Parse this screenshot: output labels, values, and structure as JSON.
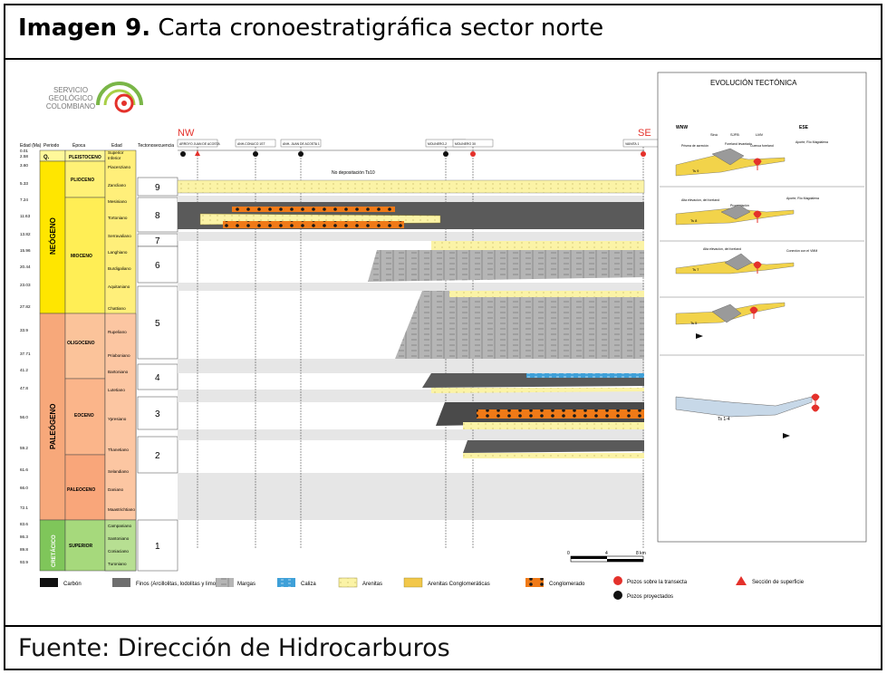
{
  "header": {
    "title_bold": "Imagen 9.",
    "title_rest": "Carta cronoestratigráfica sector norte"
  },
  "footer": {
    "source": "Fuente: Dirección de Hidrocarburos"
  },
  "logo": {
    "line1": "SERVICIO",
    "line2": "GEOLÓGICO",
    "line3": "COLOMBIANO",
    "icon": "spiral-logo-icon",
    "colors": [
      "#7ab648",
      "#f5a623",
      "#e4312b"
    ]
  },
  "columns": {
    "age": "Edad (Ma)",
    "period": "Periodo",
    "epoch": "Época",
    "stage": "Edad",
    "tectono": "Tectonosecuencia"
  },
  "direction": {
    "nw": "NW",
    "se": "SE"
  },
  "periods": [
    {
      "label": "Q.",
      "color": "#fff89a"
    },
    {
      "label": "NEÓGENO",
      "color": "#ffe600"
    },
    {
      "label": "PALEÓGENO",
      "color": "#f7a87a"
    },
    {
      "label": "CRETÁCICO",
      "color": "#7fc65a"
    }
  ],
  "epochs": [
    "PLEISTOCENO",
    "PLIOCENO",
    "MIOCENO",
    "OLIGOCENO",
    "EOCENO",
    "PALEOCENO",
    "SUPERIOR"
  ],
  "ages": [
    "0.01",
    "2.58",
    "3.60",
    "5.33",
    "7.24",
    "11.63",
    "13.82",
    "15.96",
    "20.44",
    "23.03",
    "27.82",
    "33.9",
    "37.71",
    "41.2",
    "47.8",
    "56.0",
    "59.2",
    "61.6",
    "66.0",
    "72.1",
    "83.6",
    "86.3",
    "89.8",
    "93.9"
  ],
  "stages": [
    "Superior",
    "Inferior",
    "Piacenziano",
    "Zancliano",
    "Mesiniano",
    "Tortoniano",
    "Serravaliano",
    "Langhiano",
    "Burdigaliano",
    "Aquitaniano",
    "Chattiano",
    "Rupeliano",
    "Priaboniano",
    "Bartoniano",
    "Lutetiano",
    "Ypresiano",
    "Thanetiano",
    "Selandiano",
    "Daniano",
    "Maastrichtiano",
    "Campaniano",
    "Santoniano",
    "Coniaciano",
    "Turoniano"
  ],
  "tectonosequences": [
    "9",
    "8",
    "7",
    "6",
    "5",
    "4",
    "3",
    "2",
    "1"
  ],
  "wells": [
    "ARROYO JUAN DE ACOSTA",
    "ANH-CONUCO 1ST",
    "ANH- JUAN DE ACOSTA 1",
    "MOLINERO-2",
    "MOLINERO 3X",
    "VAINITA 1"
  ],
  "no_deposit": "No depositación Ts10",
  "scale": {
    "zero": "0",
    "mid": "4",
    "end": "8 km"
  },
  "tectonic": {
    "title": "EVOLUCIÓN TECTÓNICA",
    "wnw": "WNW",
    "ese": "ESE",
    "sinu": "Sinú",
    "sjfb": "SJFB",
    "lmv": "LMV",
    "p1": [
      "Prisma de acreción",
      "Foreland levantado",
      "Cuenca foreland",
      "Aporte, Río Magdalena"
    ],
    "p2": [
      "Alta elevación, del foreland",
      "Progradación",
      "Aporte, Río Magdalena"
    ],
    "p3": [
      "Alta elevación, del foreland",
      "Conexión con el VMM"
    ],
    "labels": [
      "Ts 9",
      "Ts 8",
      "Ts 7",
      "Ts 5",
      "Ts 1-4"
    ]
  },
  "legend": [
    {
      "label": "Carbón",
      "icon": "coal-swatch"
    },
    {
      "label": "Finos (Arcillolitas, lodolitas y limolitas)",
      "icon": "fines-swatch"
    },
    {
      "label": "Margas",
      "icon": "marl-swatch"
    },
    {
      "label": "Caliza",
      "icon": "limestone-swatch"
    },
    {
      "label": "Arenitas",
      "icon": "sandstone-swatch"
    },
    {
      "label": "Arenitas Conglomeráticas",
      "icon": "conglomeratic-sandstone-swatch"
    },
    {
      "label": "Conglomerado",
      "icon": "conglomerate-swatch"
    },
    {
      "label": "Pozos sobre la transecta",
      "icon": "red-dot-icon"
    },
    {
      "label": "Pozos proyectados",
      "icon": "black-dot-icon"
    },
    {
      "label": "Sección de superficie",
      "icon": "red-triangle-icon"
    }
  ]
}
